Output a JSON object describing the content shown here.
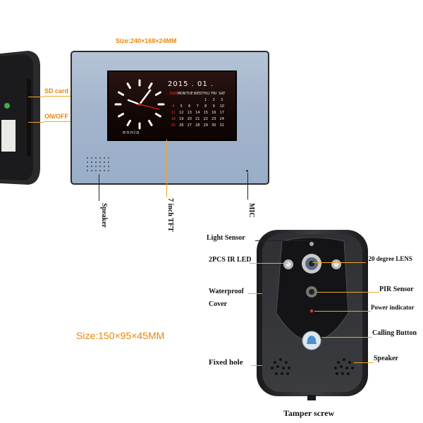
{
  "monitor": {
    "size_label": "Size:240×168×24MM",
    "sd_card": "SD card",
    "on_off": "ON/OFF",
    "speaker": "Speaker",
    "tft": "7 inch TFT",
    "mic": "MIC",
    "brand": "ennio",
    "date": "2015 . 01 .",
    "weekdays": [
      "SUN",
      "MON",
      "TUE",
      "WED",
      "THU",
      "FRI",
      "SAT"
    ],
    "calendar_rows": [
      [
        "",
        "",
        "",
        "",
        "1",
        "2",
        "3"
      ],
      [
        "4",
        "5",
        "6",
        "7",
        "8",
        "9",
        "10"
      ],
      [
        "11",
        "12",
        "13",
        "14",
        "15",
        "16",
        "17"
      ],
      [
        "18",
        "19",
        "20",
        "21",
        "22",
        "23",
        "24"
      ],
      [
        "25",
        "26",
        "27",
        "28",
        "29",
        "30",
        "31"
      ]
    ]
  },
  "doorbell": {
    "size_label": "Size:150×95×45MM",
    "light_sensor": "Light Sensor",
    "ir_led": "2PCS IR LED",
    "lens": "120 degree LENS",
    "waterproof_line1": "Waterproof",
    "waterproof_line2": "Cover",
    "pir": "PIR Sensor",
    "power_indicator": "Power indicator",
    "calling_button": "Calling Button",
    "fixed_hole": "Fixed hole",
    "speaker": "Speaker",
    "tamper": "Tamper screw"
  },
  "colors": {
    "accent_line": "#f0a52a",
    "size_label": "#e8870a",
    "panel": "#a7b8cf",
    "device": "#2a2b2e"
  }
}
